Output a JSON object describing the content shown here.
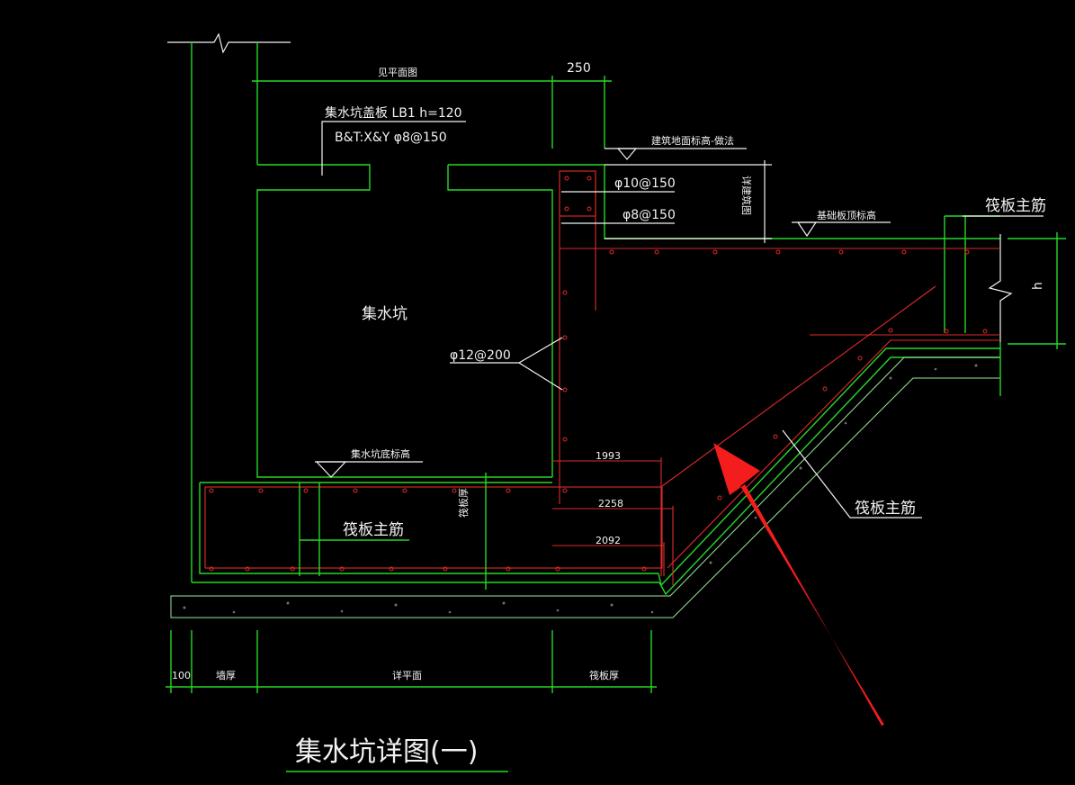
{
  "labels": {
    "see_plan": "见平面图",
    "dim_250": "250",
    "cover_plate": "集水坑盖板 LB1 h=120",
    "cover_rebar": "B&T:X&Y φ8@150",
    "building_floor_elev": "建筑地面标高-做法",
    "rebar_phi10": "φ10@150",
    "rebar_phi8": "φ8@150",
    "detail_spec": "详建筑图",
    "foundation_top_elev": "基础板顶标高",
    "raft_main_rebar_top": "筏板主筋",
    "h_label": "h",
    "pit_label": "集水坑",
    "rebar_phi12": "φ12@200",
    "pit_bottom_elev": "集水坑底标高",
    "dim_1993": "1993",
    "dim_2258": "2258",
    "dim_2092": "2092",
    "raft_main_rebar_left": "筏板主筋",
    "raft_thickness_vertical": "筏板厚",
    "raft_main_rebar_right": "筏板主筋",
    "dim_100": "100",
    "wall_thickness": "墙厚",
    "see_plan_bottom": "详平面",
    "raft_thickness_bottom": "筏板厚",
    "title": "集水坑详图(一)"
  },
  "colors": {
    "background": "#000000",
    "structure_lines": "#27d827",
    "rebar": "#e02a2a",
    "text": "#f2f2f2",
    "annotation_arrow": "#f31d1d"
  }
}
